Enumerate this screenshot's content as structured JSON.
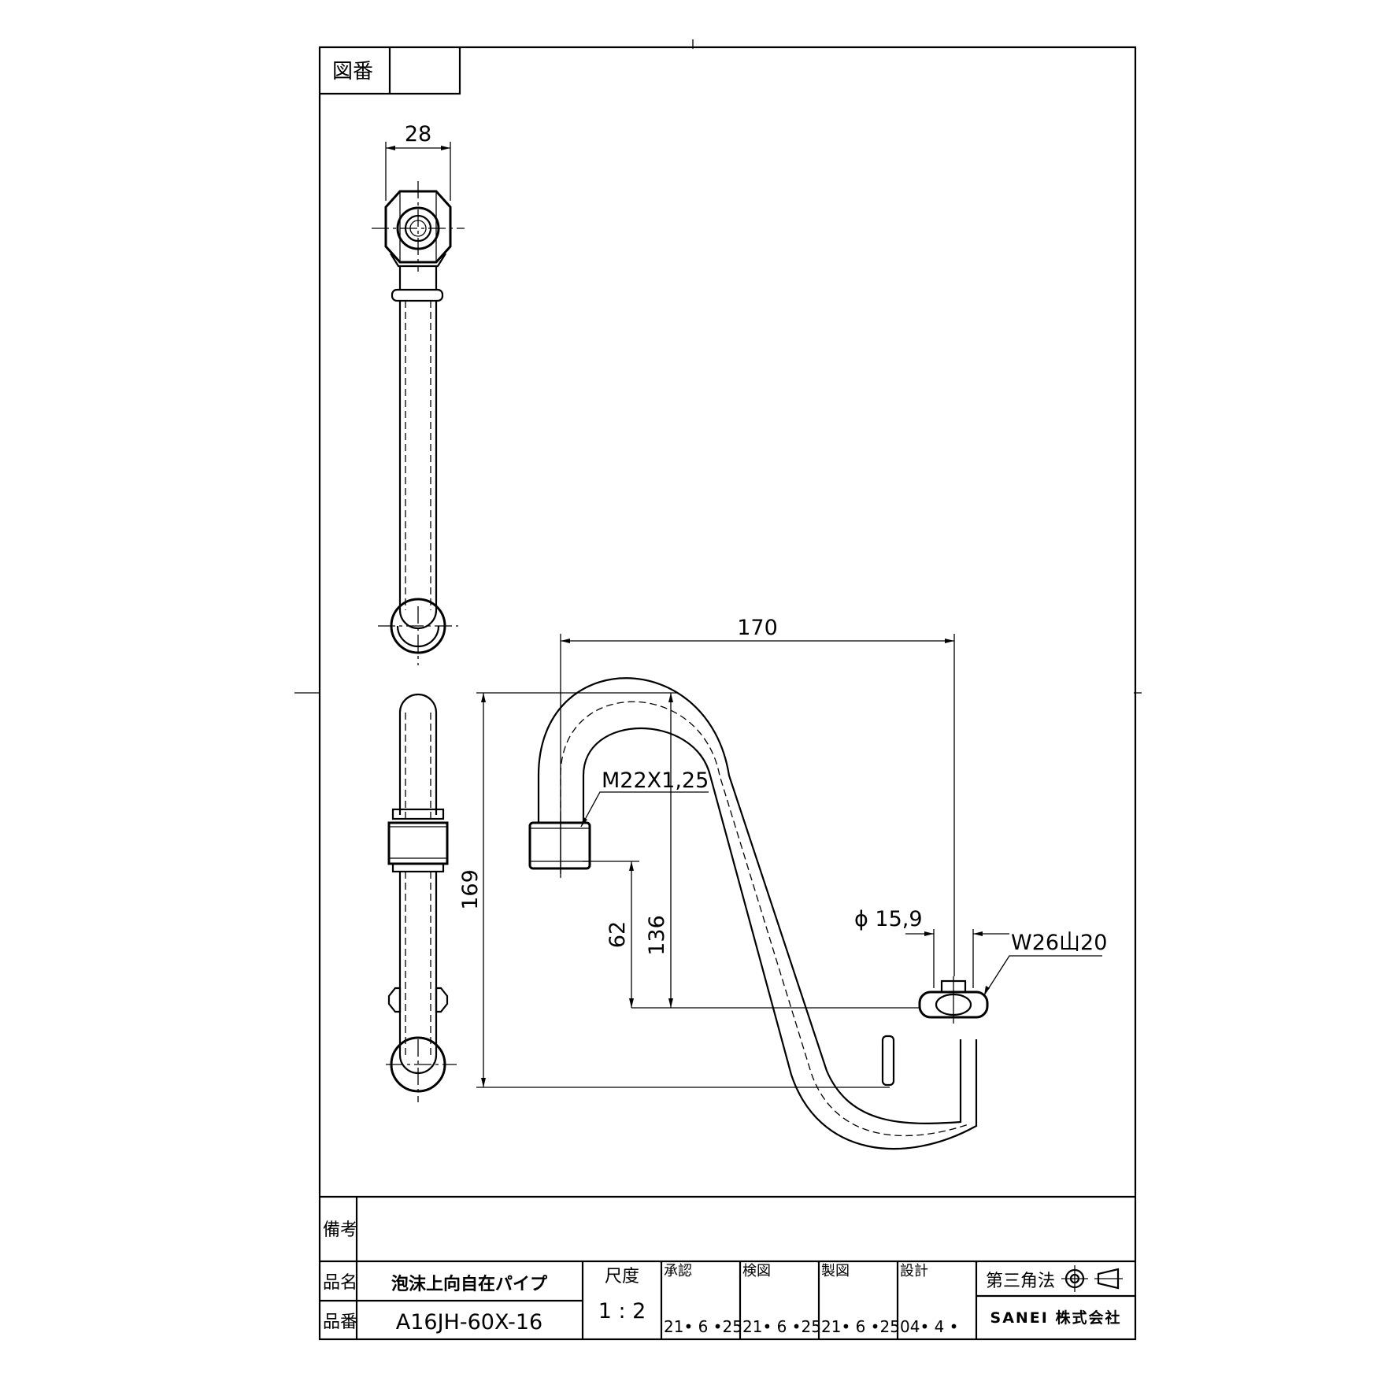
{
  "title_block": {
    "drawing_number_label": "図番",
    "drawing_number_value": "",
    "remarks_label": "備考",
    "remarks_value": "",
    "product_name_label": "品名",
    "product_name": "泡沫上向自在パイプ",
    "part_number_label": "品番",
    "part_number": "A16JH-60X-16",
    "scale_label": "尺度",
    "scale_value": "1 : 2",
    "approved_label": "承認",
    "approved_date": "21• 6 •25",
    "checked_label": "検図",
    "checked_date": "21• 6 •25",
    "drawn_label": "製図",
    "drawn_date": "21• 6 •25",
    "designed_label": "設計",
    "designed_date": "04• 4 •",
    "projection_label": "第三角法",
    "company": "SANEI 株式会社"
  },
  "dimensions": {
    "width_top_view": "28",
    "overall_width": "170",
    "overall_height": "169",
    "height_136": "136",
    "height_62": "62",
    "outlet_thread": "M22X1,25",
    "pipe_diameter": "ϕ 15,9",
    "inlet_thread": "W26山20"
  }
}
